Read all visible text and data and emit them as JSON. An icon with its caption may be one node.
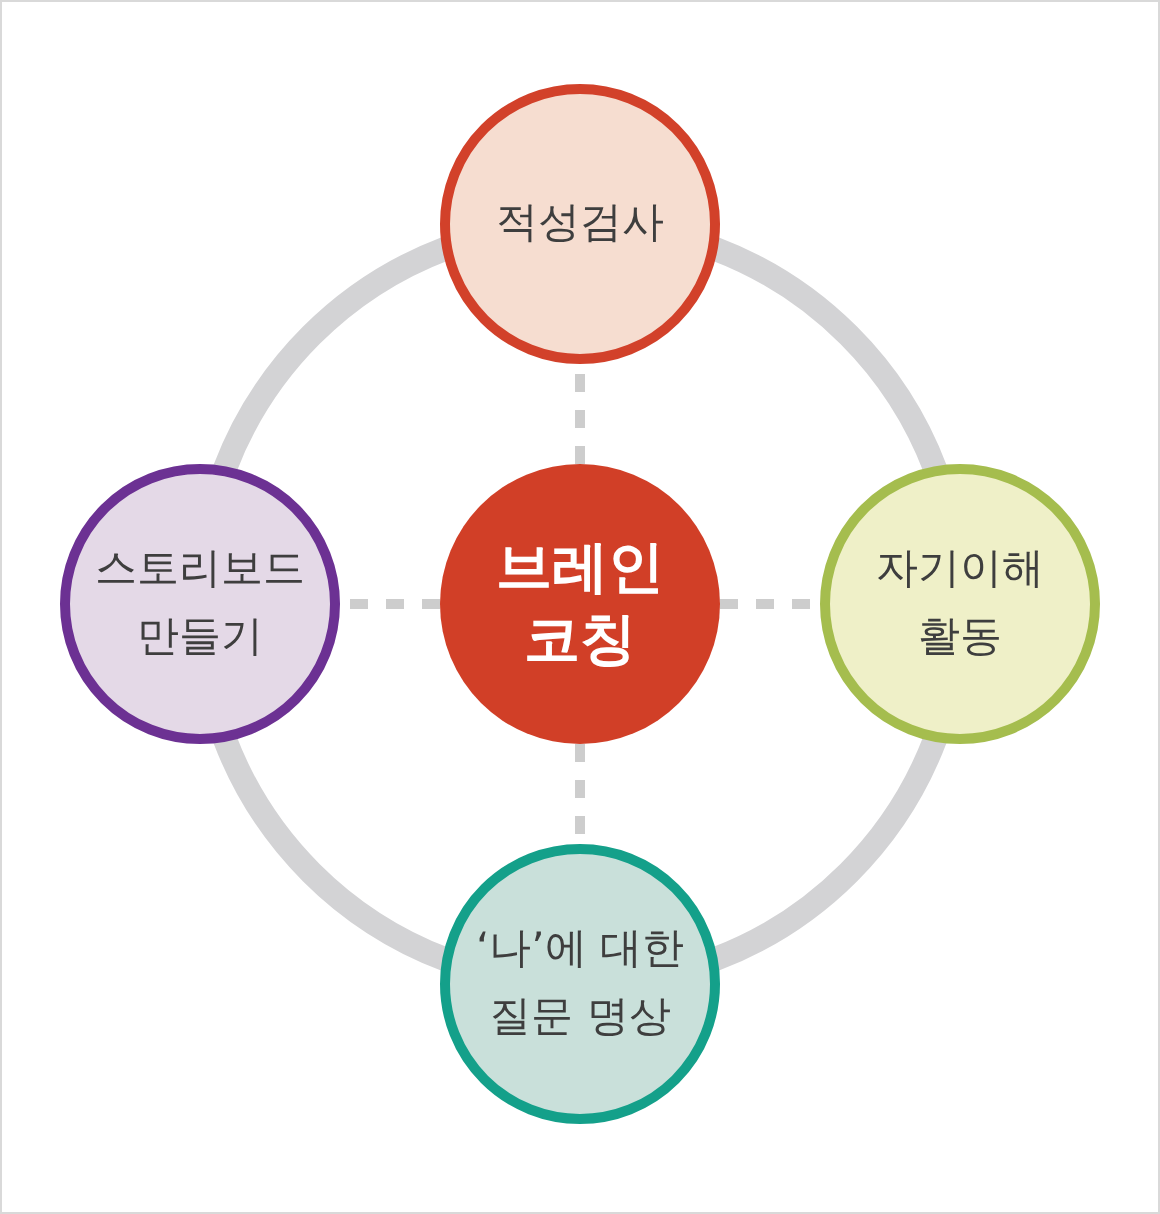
{
  "diagram": {
    "nodes": [
      {
        "text": [
          "적성검사"
        ]
      },
      {
        "text": [
          "스토리보드 만들기"
        ]
      },
      {
        "text": [
          "브레인 코칭"
        ]
      },
      {
        "text": [
          "자기이해 활동"
        ]
      },
      {
        "text": [
          "‘나’에 대한 질문 명상"
        ]
      }
    ],
    "edges": [
      {
        "from": 0,
        "to": 3,
        "arrow": "none",
        "style": "thick",
        "color": "#d3d3d5"
      },
      {
        "from": 3,
        "to": 4,
        "arrow": "none",
        "style": "thick",
        "color": "#d3d3d5"
      },
      {
        "from": 4,
        "to": 1,
        "arrow": "none",
        "style": "thick",
        "color": "#d3d3d5"
      },
      {
        "from": 1,
        "to": 0,
        "arrow": "none",
        "style": "thick",
        "color": "#d3d3d5"
      },
      {
        "from": 2,
        "to": 0,
        "arrow": "none",
        "style": "dashed",
        "color": "#cdcdcd"
      },
      {
        "from": 2,
        "to": 1,
        "arrow": "none",
        "style": "dashed",
        "color": "#cdcdcd"
      },
      {
        "from": 2,
        "to": 3,
        "arrow": "none",
        "style": "dashed",
        "color": "#cdcdcd"
      },
      {
        "from": 2,
        "to": 4,
        "arrow": "none",
        "style": "dashed",
        "color": "#cdcdcd"
      }
    ]
  }
}
